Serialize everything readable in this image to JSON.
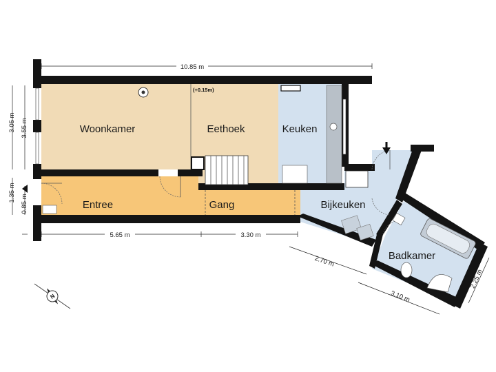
{
  "rooms": {
    "woonkamer": "Woonkamer",
    "eethoek": "Eethoek",
    "keuken": "Keuken",
    "entree": "Entree",
    "gang": "Gang",
    "bijkeuken": "Bijkeuken",
    "badkamer": "Badkamer"
  },
  "note": "(+0.15m)",
  "dimensions": {
    "top_total": "10.85 m",
    "bottom_left": "5.65 m",
    "bottom_right": "3.30 m",
    "left_outer": "3.55 m",
    "left_inner": "3.05 m",
    "left_lower_outer": "1.35 m",
    "left_lower_inner": "0.85 m",
    "diagonal_a": "2.70 m",
    "diagonal_b": "3.10 m",
    "diagonal_c": "2.25 m"
  },
  "colors": {
    "living": "#f1dbb6",
    "hall": "#f7c678",
    "wet": "#d3e1ef",
    "wall": "#141414"
  },
  "icons": {
    "compass": "north-compass-icon",
    "entrance": "entrance-arrow-icon"
  }
}
